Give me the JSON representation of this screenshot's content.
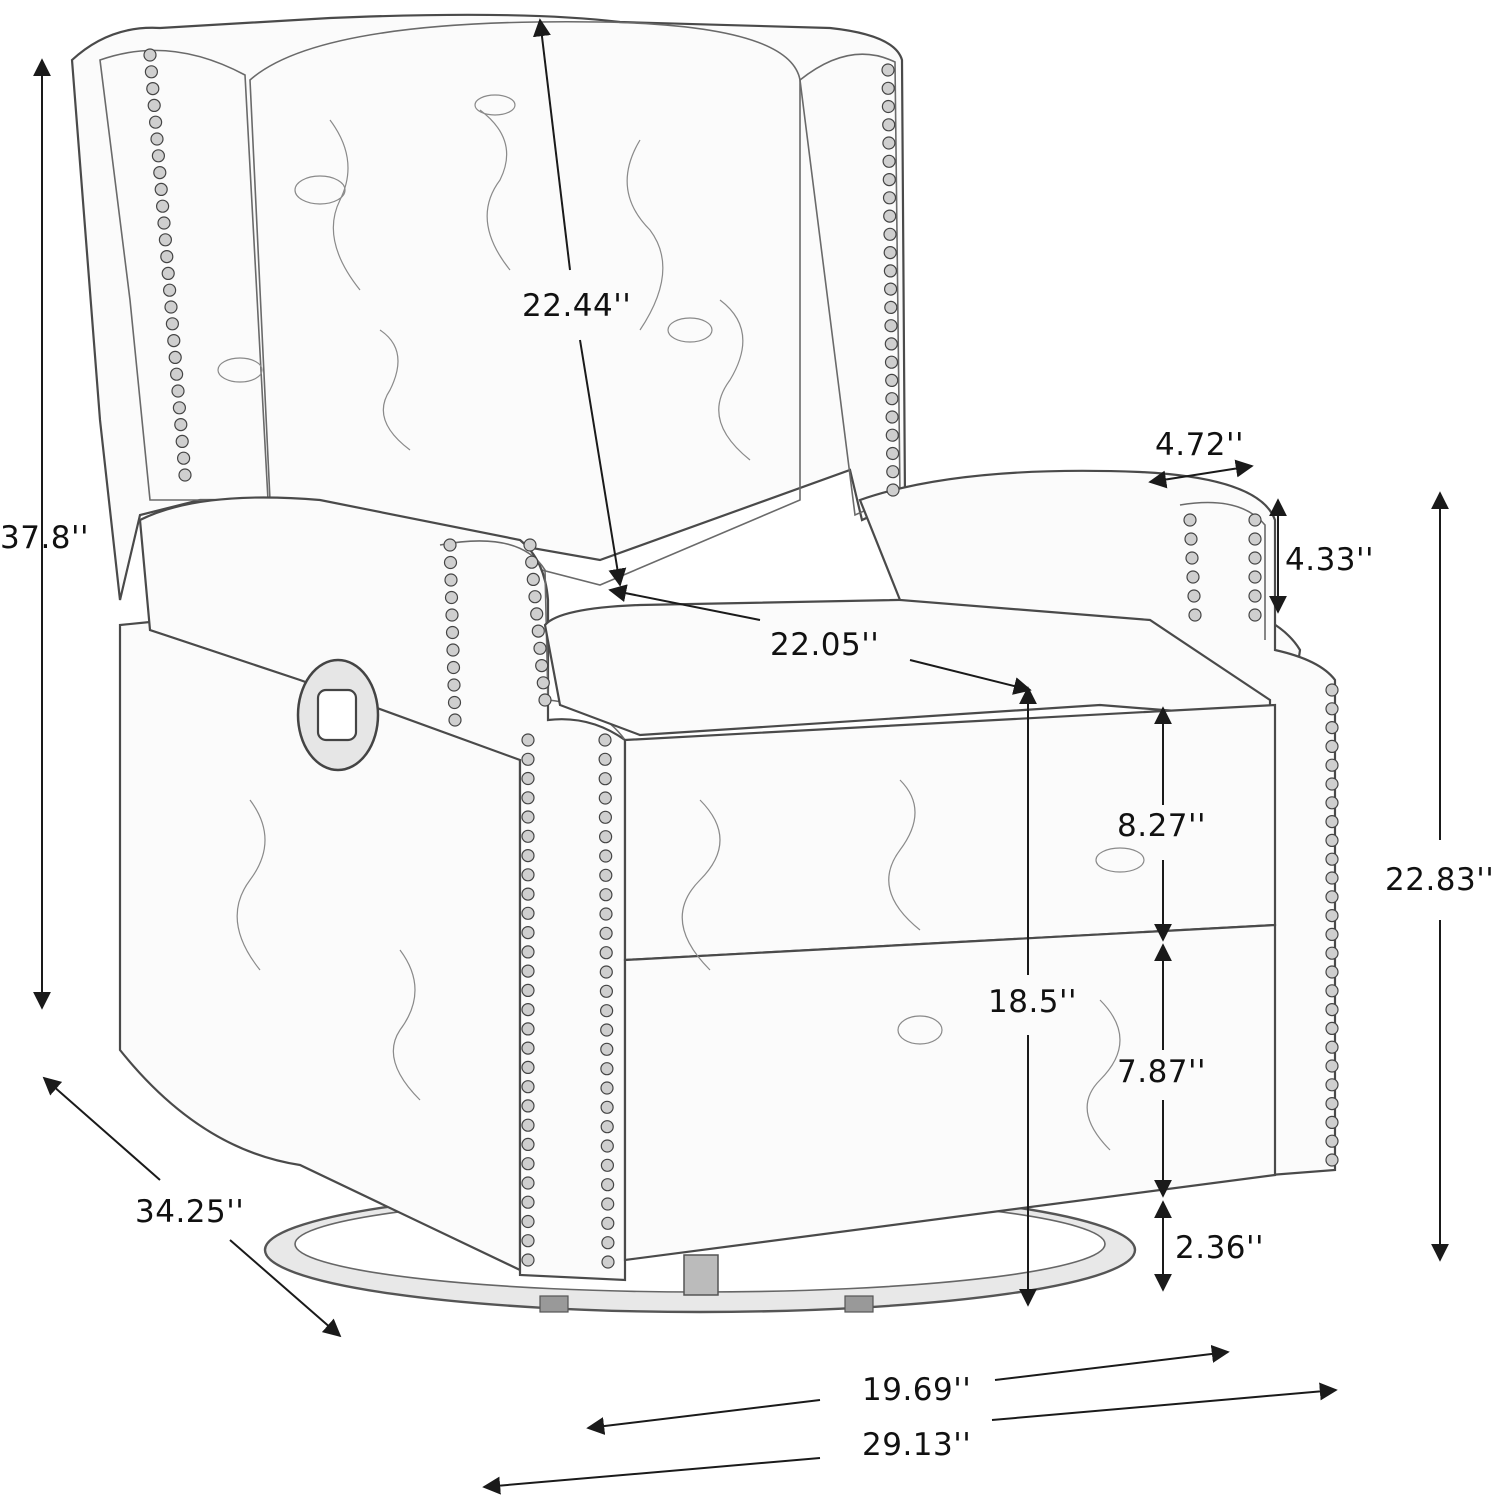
{
  "colors": {
    "line": "#1a1a1a",
    "chair_outline": "#4a4a4a",
    "background": "#ffffff"
  },
  "dimensions": {
    "overall_height": "37.8''",
    "back_height": "22.44''",
    "seat_depth": "22.05''",
    "arm_width": "4.72''",
    "arm_height": "4.33''",
    "side_height": "22.83''",
    "footrest_upper": "8.27''",
    "seat_height": "18.5''",
    "footrest_lower": "7.87''",
    "base_clearance": "2.36''",
    "overall_depth": "34.25''",
    "seat_width": "19.69''",
    "overall_width": "29.13''"
  }
}
